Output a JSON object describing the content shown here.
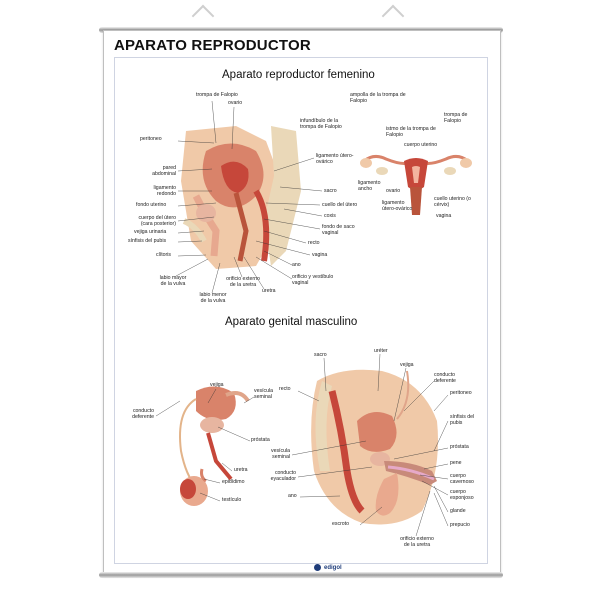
{
  "poster": {
    "title": "APARATO REPRODUCTOR",
    "female_heading": "Aparato reproductor femenino",
    "male_heading": "Aparato genital masculino",
    "brand": "edigol"
  },
  "female_sagittal_labels": {
    "trompa": "trompa de Falopio",
    "ovario": "ovario",
    "peritoneo": "peritoneo",
    "pared": "pared abdominal",
    "lig_redondo": "ligamento redondo",
    "fondo_uterino": "fondo uterino",
    "cuerpo_utero": "cuerpo del útero (cara posterior)",
    "vejiga": "vejiga urinaria",
    "sinfisis": "sínfisis del pubis",
    "clitoris": "clítoris",
    "labio_mayor": "labio mayor de la vulva",
    "labio_menor": "labio menor de la vulva",
    "orificio_uretra": "orificio externo de la uretra",
    "uretra": "uretra",
    "orificio_vaginal": "orificio y vestíbulo vaginal",
    "ano": "ano",
    "vagina": "vagina",
    "recto": "recto",
    "fondo_saco": "fondo de saco vaginal",
    "coxis": "coxis",
    "cuello_utero": "cuello del útero",
    "sacro": "sacro",
    "lig_utero_ovarico": "ligamento útero-ovárico"
  },
  "female_frontal_labels": {
    "infundibulo": "infundíbulo de la trompa de Falopio",
    "ampolla": "ampolla de la trompa de Falopio",
    "istmo": "istmo de la trompa de Falopio",
    "trompa": "trompa de Falopio",
    "cuerpo_uterino": "cuerpo uterino",
    "lig_ancho": "ligamento ancho",
    "ovario": "ovario",
    "lig_utero_ovarico": "ligamento útero-ovárico",
    "cuello_uterino": "cuello uterino (o cérvix)",
    "vagina": "vagina"
  },
  "male_left_labels": {
    "vejiga": "vejiga",
    "vesicula": "vesícula seminal",
    "conducto": "conducto deferente",
    "prostata": "próstata",
    "uretra": "uretra",
    "epididimo": "epidídimo",
    "testiculo": "testículo"
  },
  "male_right_labels": {
    "sacro": "sacro",
    "ureter": "uréter",
    "vejiga": "vejiga",
    "conducto_deferente": "conducto deferente",
    "recto": "recto",
    "peritoneo": "peritoneo",
    "sinfisis": "sínfisis del pubis",
    "prostata": "próstata",
    "vesicula": "vesícula seminal",
    "conducto_eyaculador": "conducto eyaculador",
    "pene": "pene",
    "cuerpo_cavernoso": "cuerpo cavernoso",
    "cuerpo_esponjoso": "cuerpo esponjoso",
    "ano": "ano",
    "glande": "glande",
    "escroto": "escroto",
    "prepucio": "prepucio",
    "orificio": "orificio externo de la uretra"
  },
  "colors": {
    "tissue": "#d9836a",
    "tissue_dark": "#b9543b",
    "muscle": "#c6473a",
    "bone": "#ead8b8",
    "skin": "#f0c9a8",
    "frame": "#cfd4e2",
    "brand": "#1f3d7a"
  }
}
